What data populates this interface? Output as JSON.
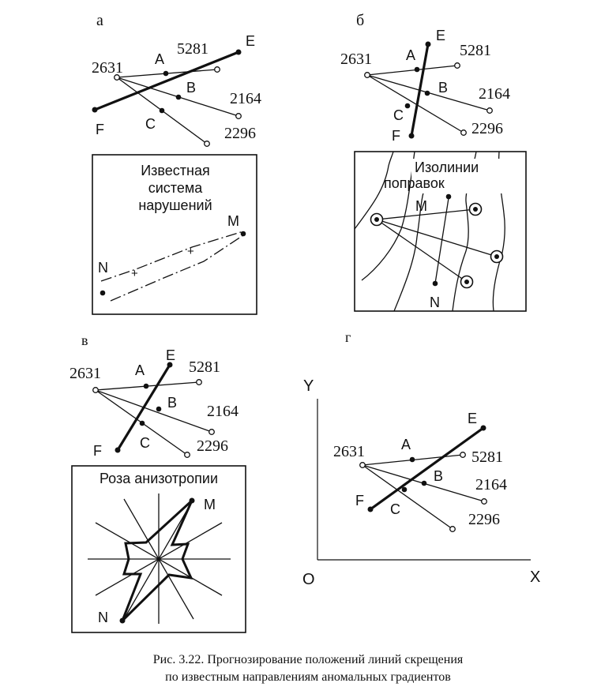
{
  "panels": {
    "a": {
      "label": "а",
      "wells": {
        "w2631": "2631",
        "w5281": "5281",
        "w2164": "2164",
        "w2296": "2296"
      },
      "points": {
        "A": "A",
        "B": "B",
        "C": "C",
        "E": "E",
        "F": "F"
      },
      "inset": {
        "title_lines": [
          "Известная",
          "система",
          "нарушений"
        ],
        "M": "M",
        "N": "N",
        "fault_marks": [
          "+",
          "+"
        ]
      }
    },
    "b": {
      "label": "б",
      "wells": {
        "w2631": "2631",
        "w5281": "5281",
        "w2164": "2164",
        "w2296": "2296"
      },
      "points": {
        "A": "A",
        "B": "B",
        "C": "C",
        "E": "E",
        "F": "F"
      },
      "inset": {
        "title_lines": [
          "Изолинии",
          "поправок"
        ],
        "M": "M",
        "N": "N"
      }
    },
    "v": {
      "label": "в",
      "wells": {
        "w2631": "2631",
        "w5281": "5281",
        "w2164": "2164",
        "w2296": "2296"
      },
      "points": {
        "A": "A",
        "B": "B",
        "C": "C",
        "E": "E",
        "F": "F"
      },
      "inset": {
        "title": "Роза анизотропии",
        "M": "M",
        "N": "N"
      }
    },
    "g": {
      "label": "г",
      "axes": {
        "x": "X",
        "y": "Y",
        "origin": "O"
      },
      "wells": {
        "w2631": "2631",
        "w5281": "5281",
        "w2164": "2164",
        "w2296": "2296"
      },
      "points": {
        "A": "A",
        "B": "B",
        "C": "C",
        "E": "E",
        "F": "F"
      }
    }
  },
  "caption": {
    "line1": "Рис. 3.22. Прогнозирование положений линий скрещения",
    "line2": "по известным направлениям аномальных градиентов"
  }
}
